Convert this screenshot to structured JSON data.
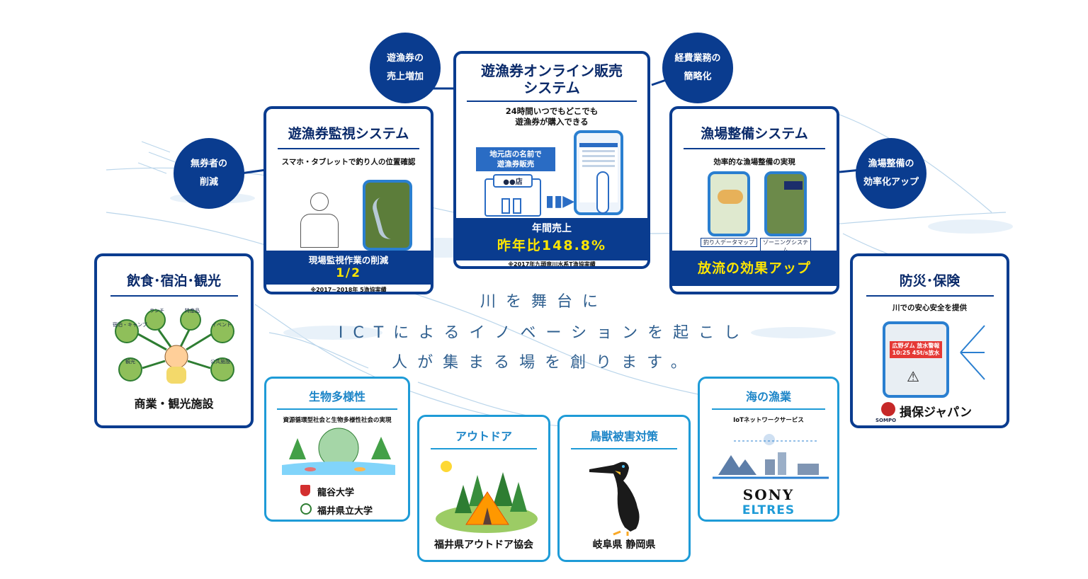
{
  "center": {
    "title_line1": "遊漁券オンライン販売",
    "title_line2": "システム",
    "sub_line1": "24時間いつでもどこでも",
    "sub_line2": "遊漁券が購入できる",
    "shop_label_line1": "地元店の名前で",
    "shop_label_line2": "遊漁券販売",
    "shop_sign": "●●店",
    "sales_label": "年間売上",
    "sales_value": "昨年比148.8%",
    "note": "※2017年九頭竜川水系T漁協実績"
  },
  "left_system": {
    "title": "遊漁券監視システム",
    "sub": "スマホ・タブレットで釣り人の位置確認",
    "result_label": "現場監視作業の削減",
    "result_value": "1/2",
    "note": "※2017~2018年 5漁協実績"
  },
  "right_system": {
    "title": "漁場整備システム",
    "sub": "効率的な漁場整備の実現",
    "phone1_label": "釣り人データマップ",
    "phone2_label": "ゾーニングシステム",
    "result": "放流の効果アップ"
  },
  "bubbles": {
    "b1_line1": "遊漁券の",
    "b1_line2": "売上増加",
    "b2_line1": "経費業務の",
    "b2_line2": "簡略化",
    "b3_line1": "無券者の",
    "b3_line2": "削減",
    "b4_line1": "漁場整備の",
    "b4_line2": "効率化アップ"
  },
  "tagline": {
    "line1": "川を舞台に",
    "line2": "ICTによるイノベーションを起こし",
    "line3": "人が集まる場を創ります。"
  },
  "food": {
    "title": "飲食･宿泊･観光",
    "labels": [
      "宿泊・キャンプ",
      "ランチ",
      "特産品",
      "イベント",
      "観光",
      "公共施設"
    ],
    "footer": "商業・観光施設"
  },
  "disaster": {
    "title": "防災･保険",
    "sub": "川での安心安全を提供",
    "alert_line1": "広野ダム 放水警報",
    "alert_line2": "10:25 45t/s放水",
    "sompo_small": "SOMPO",
    "sompo_name": "損保ジャパン"
  },
  "biodiversity": {
    "title": "生物多様性",
    "sub": "資源循環型社会と生物多様性社会の実現",
    "org1": "龍谷大学",
    "org2": "福井県立大学"
  },
  "outdoor": {
    "title": "アウトドア",
    "footer": "福井県アウトドア協会"
  },
  "birds": {
    "title": "鳥獣被害対策",
    "footer": "岐阜県 静岡県"
  },
  "sea": {
    "title": "海の漁業",
    "sub": "IoTネットワークサービス",
    "logo1": "SONY",
    "logo2": "ELTRES"
  },
  "colors": {
    "navy": "#0a3c8f",
    "light_blue": "#1e9bd7",
    "highlight": "#ffe600"
  }
}
